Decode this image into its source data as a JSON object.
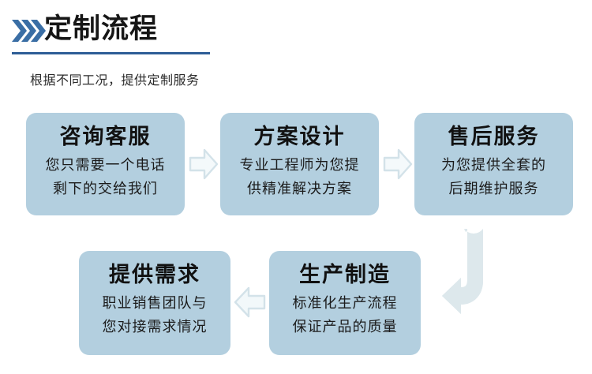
{
  "header": {
    "icon": "triple-chevron-icon",
    "title": "定制流程",
    "subtitle": "根据不同工况，提供定制服务",
    "accent_color": "#2e5d96",
    "underline_color": "#2e5d96"
  },
  "theme": {
    "box_fill": "#b3cfdf",
    "arrow_fill": "#dde8ec",
    "arrow_stroke": "#cfdfe6",
    "title_text_color": "#111111",
    "body_text_color": "#1b1b1b",
    "background": "#ffffff"
  },
  "flow": {
    "steps": [
      {
        "id": "step-1",
        "title": "咨询客服",
        "lines": [
          "您只需要一个电话",
          "剩下的交给我们"
        ]
      },
      {
        "id": "step-2",
        "title": "方案设计",
        "lines": [
          "专业工程师为您提",
          "供精准解决方案"
        ]
      },
      {
        "id": "step-3",
        "title": "售后服务",
        "lines": [
          "为您提供全套的",
          "后期维护服务"
        ]
      },
      {
        "id": "step-4",
        "title": "提供需求",
        "lines": [
          "职业销售团队与",
          "您对接需求情况"
        ]
      },
      {
        "id": "step-5",
        "title": "生产制造",
        "lines": [
          "标准化生产流程",
          "保证产品的质量"
        ]
      }
    ],
    "connectors": [
      {
        "id": "connector-1",
        "icon": "arrow-right-icon",
        "direction": "right",
        "from": "step-1",
        "to": "step-2"
      },
      {
        "id": "connector-2",
        "icon": "arrow-right-icon",
        "direction": "right",
        "from": "step-2",
        "to": "step-3"
      },
      {
        "id": "connector-3",
        "icon": "arrow-bent-down-left-icon",
        "direction": "down-left",
        "from": "step-3",
        "to": "step-5"
      },
      {
        "id": "connector-4",
        "icon": "arrow-left-icon",
        "direction": "left",
        "from": "step-5",
        "to": "step-4"
      }
    ]
  }
}
